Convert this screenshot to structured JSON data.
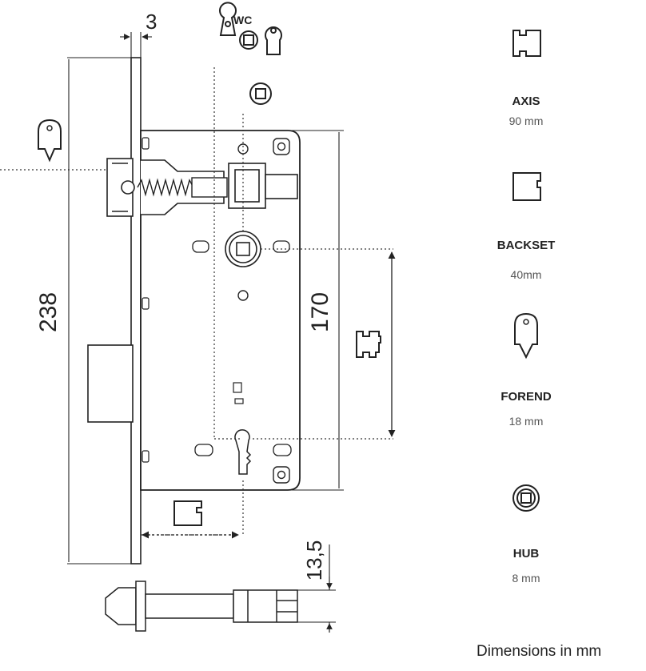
{
  "dimensions": {
    "plate_thickness": "3",
    "height_total": "238",
    "axis_spacing": "170",
    "pin_length": "13,5"
  },
  "labels": {
    "wc": "WC"
  },
  "legend": [
    {
      "title": "AXIS",
      "value": "90 mm",
      "icon": "axis-icon"
    },
    {
      "title": "BACKSET",
      "value": "40mm",
      "icon": "backset-icon"
    },
    {
      "title": "FOREND",
      "value": "18 mm",
      "icon": "forend-icon"
    },
    {
      "title": "HUB",
      "value": "8 mm",
      "icon": "hub-icon"
    }
  ],
  "footer": "Dimensions in mm"
}
